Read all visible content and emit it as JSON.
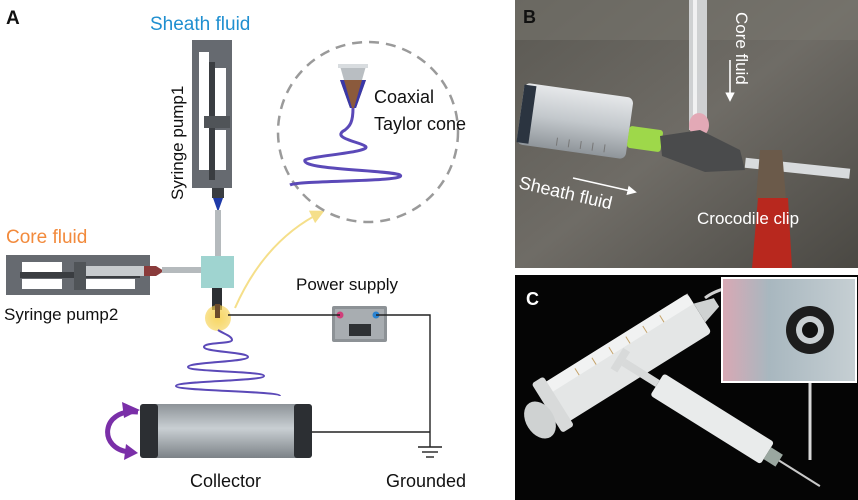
{
  "panels": {
    "a": {
      "letter": "A",
      "sheath_label": "Sheath fluid",
      "pump1_label": "Syringe pump1",
      "core_label": "Core fluid",
      "pump2_label": "Syringe pump2",
      "cone_line1": "Coaxial",
      "cone_line2": "Taylor cone",
      "power_label": "Power supply",
      "collector_label": "Collector",
      "ground_label": "Grounded"
    },
    "b": {
      "letter": "B",
      "core_label": "Core fluid",
      "sheath_label": "Sheath fluid",
      "clip_label": "Crocodile clip"
    },
    "c": {
      "letter": "C"
    }
  },
  "colors": {
    "sheath_text": "#1f8fd0",
    "core_text": "#f28a3c",
    "jet": "#6a4fbf",
    "rotation_arrow": "#7a2fa8",
    "pump_body": "#666a70",
    "junction": "#9fd4d0",
    "callout_arrow": "#f5df8a"
  }
}
